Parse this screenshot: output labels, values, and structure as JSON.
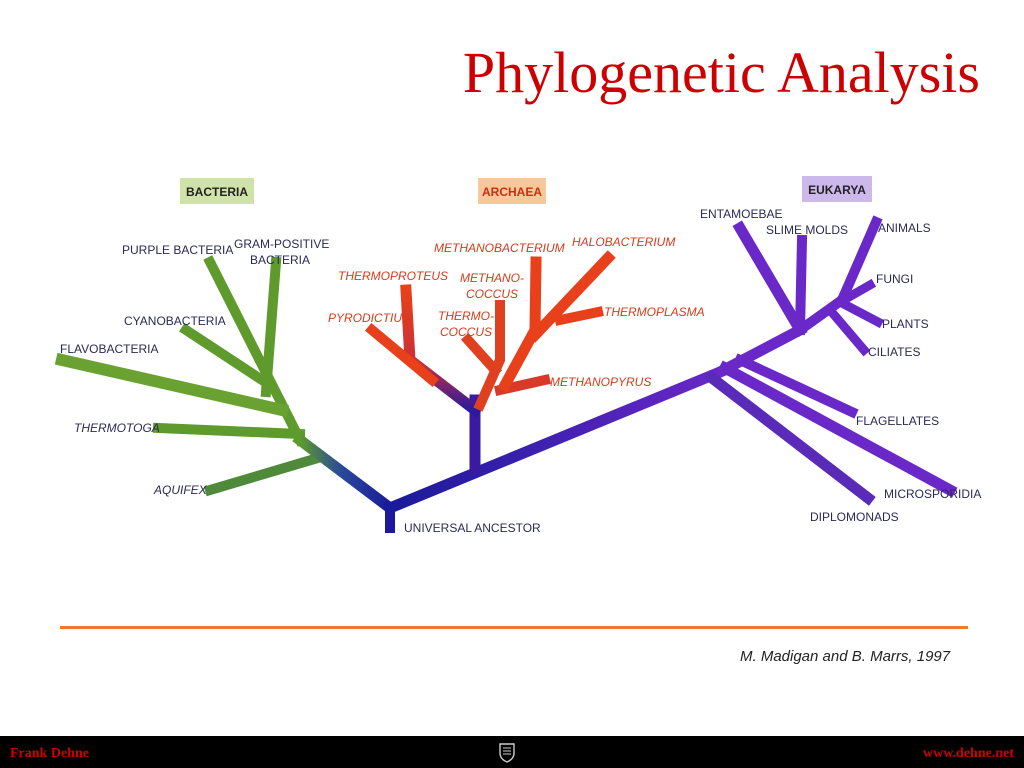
{
  "title": "Phylogenetic Analysis",
  "domains": {
    "bacteria": "BACTERIA",
    "archaea": "ARCHAEA",
    "eukarya": "EUKARYA"
  },
  "colors": {
    "title": "#cc0000",
    "bacteria": "#5e9a2c",
    "archaea": "#e8401a",
    "eukarya": "#6a28c8",
    "trunk": "#1a1a9a",
    "rule": "#f07a2a"
  },
  "taxa": {
    "purple_bacteria": "PURPLE BACTERIA",
    "gram_positive_1": "GRAM-POSITIVE",
    "gram_positive_2": "BACTERIA",
    "cyanobacteria": "CYANOBACTERIA",
    "flavobacteria": "FLAVOBACTERIA",
    "thermotoga": "THERMOTOGA",
    "aquifex": "AQUIFEX",
    "universal_ancestor": "UNIVERSAL ANCESTOR",
    "methanobacterium": "METHANOBACTERIUM",
    "halobacterium": "HALOBACTERIUM",
    "thermoproteus": "THERMOPROTEUS",
    "methanococcus_1": "METHANO-",
    "methanococcus_2": "COCCUS",
    "pyrodictium": "PYRODICTIUM",
    "thermococcus_1": "THERMO-",
    "thermococcus_2": "COCCUS",
    "thermoplasma": "THERMOPLASMA",
    "methanopyrus": "METHANOPYRUS",
    "entamoebae": "ENTAMOEBAE",
    "slime_molds": "SLIME MOLDS",
    "animals": "ANIMALS",
    "fungi": "FUNGI",
    "plants": "PLANTS",
    "ciliates": "CILIATES",
    "flagellates": "FLAGELLATES",
    "microsporidia": "MICROSPORIDIA",
    "diplomonads": "DIPLOMONADS"
  },
  "citation": "M. Madigan and B. Marrs, 1997",
  "footer": {
    "author": "Frank Dehne",
    "website": "www.dehne.net",
    "logo_icon": "crest-icon"
  }
}
